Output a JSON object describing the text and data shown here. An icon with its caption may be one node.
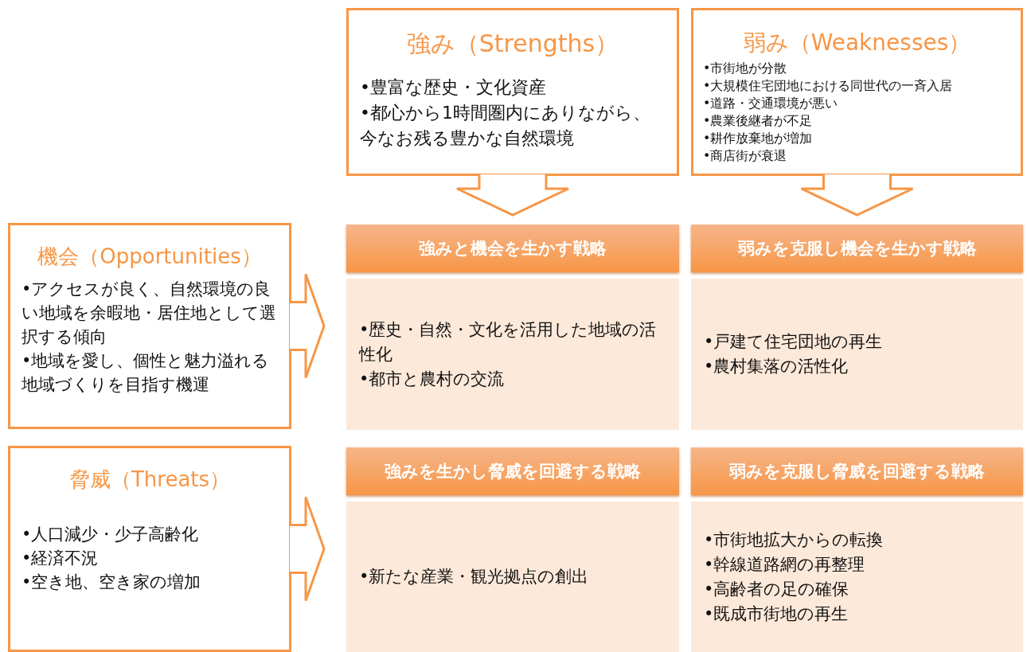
{
  "diagram": {
    "nodes": [
      {
        "text": [
          "強み（Strengths）",
          "•豊富な歴史・文化資産",
          "•都心から1時間圏内にありながら、今なお残る豊かな自然環境"
        ]
      },
      {
        "text": [
          "弱み（Weaknesses）",
          "•市街地が分散",
          "•大規模住宅団地における同世代の一斉入居",
          "•道路・交通環境が悪い",
          "•農業後継者が不足",
          "•耕作放棄地が増加",
          "•商店街が衰退"
        ]
      },
      {
        "text": [
          "機会（Opportunities）",
          "•アクセスが良く、自然環境の良い地域を余暇地・居住地として選択する傾向",
          "•地域を愛し、個性と魅力溢れる地域づくりを目指す機運"
        ]
      },
      {
        "text": [
          "強みと機会を生かす戦略",
          "•歴史・自然・文化を活用した地域の活性化",
          "•都市と農村の交流"
        ]
      },
      {
        "text": [
          "弱みを克服し機会を生かす戦略",
          "•戸建て住宅団地の再生",
          "•農村集落の活性化"
        ]
      },
      {
        "text": [
          "脅威（Threats）",
          "•人口減少・少子高齢化",
          "•経済不況",
          "•空き地、空き家の増加"
        ]
      },
      {
        "text": [
          "強みを生かし脅威を回避する戦略",
          "•新たな産業・観光拠点の創出"
        ]
      },
      {
        "text": [
          "弱みを克服し脅威を回避する戦略",
          "•市街地拡大からの転換",
          "•幹線道路網の再整理",
          "•高齢者の足の確保",
          "•既成市街地の再生"
        ]
      }
    ],
    "edges": [
      {
        "from": 0,
        "to": 3,
        "arrow": "to"
      },
      {
        "from": 1,
        "to": 4,
        "arrow": "to"
      },
      {
        "from": 2,
        "to": 3,
        "arrow": "to"
      },
      {
        "from": 5,
        "to": 6,
        "arrow": "to"
      }
    ]
  }
}
